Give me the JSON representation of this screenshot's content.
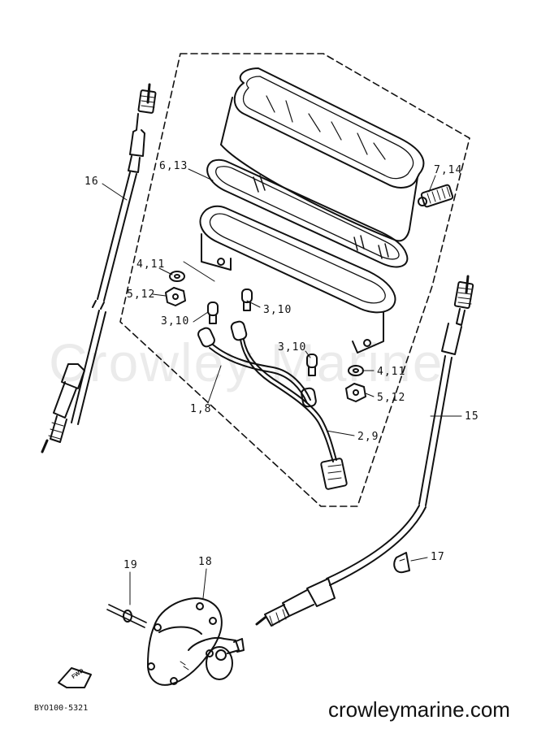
{
  "watermark": "Crowley Marine",
  "footer": {
    "website": "crowleymarine.com",
    "drawing_code": "BYO100-5321"
  },
  "fwd_marker": "FWD",
  "callouts": {
    "c16": "16",
    "c6_13": "6,13",
    "c7_14": "7,14",
    "c4_11a": "4,11",
    "c5_12a": "5,12",
    "c3_10a": "3,10",
    "c3_10b": "3,10",
    "c3_10c": "3,10",
    "c4_11b": "4,11",
    "c5_12b": "5,12",
    "c1_8": "1,8",
    "c2_9": "2,9",
    "c15": "15",
    "c17": "17",
    "c19": "19",
    "c18": "18"
  }
}
